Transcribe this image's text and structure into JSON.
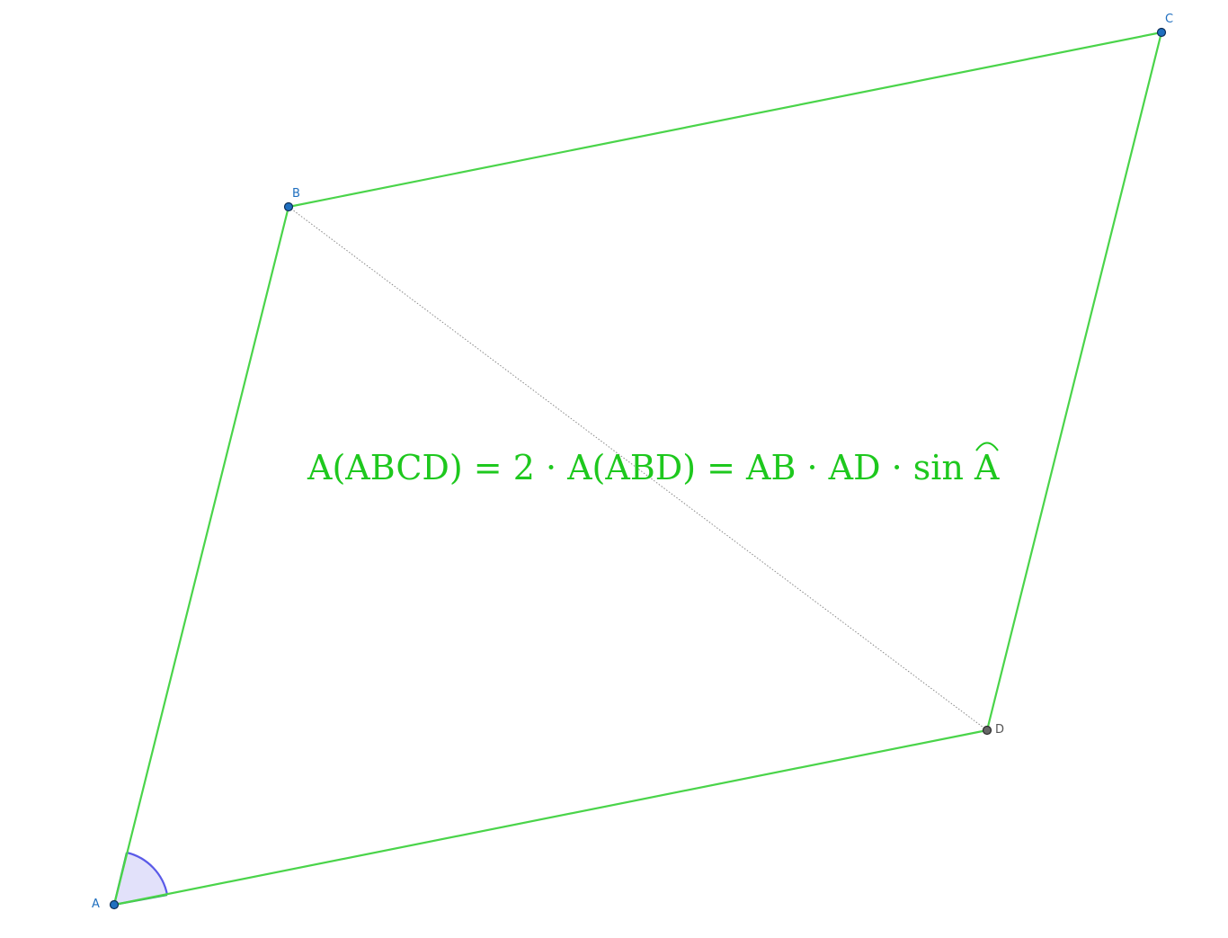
{
  "points": {
    "A": {
      "label": "A"
    },
    "B": {
      "label": "B"
    },
    "C": {
      "label": "C"
    },
    "D": {
      "label": "D"
    }
  },
  "formula": {
    "lhs": "A(ABCD) = 2 · A(ABD) = AB · AD · sin ",
    "angle_letter": "A"
  },
  "colors": {
    "sides": "#4ad44a",
    "formula": "#1ec81e",
    "free_point": "#1f6fbf",
    "dependent_point": "#666666",
    "angle_arc": "#5a5ae8",
    "angle_fill": "#e2e1fa"
  }
}
